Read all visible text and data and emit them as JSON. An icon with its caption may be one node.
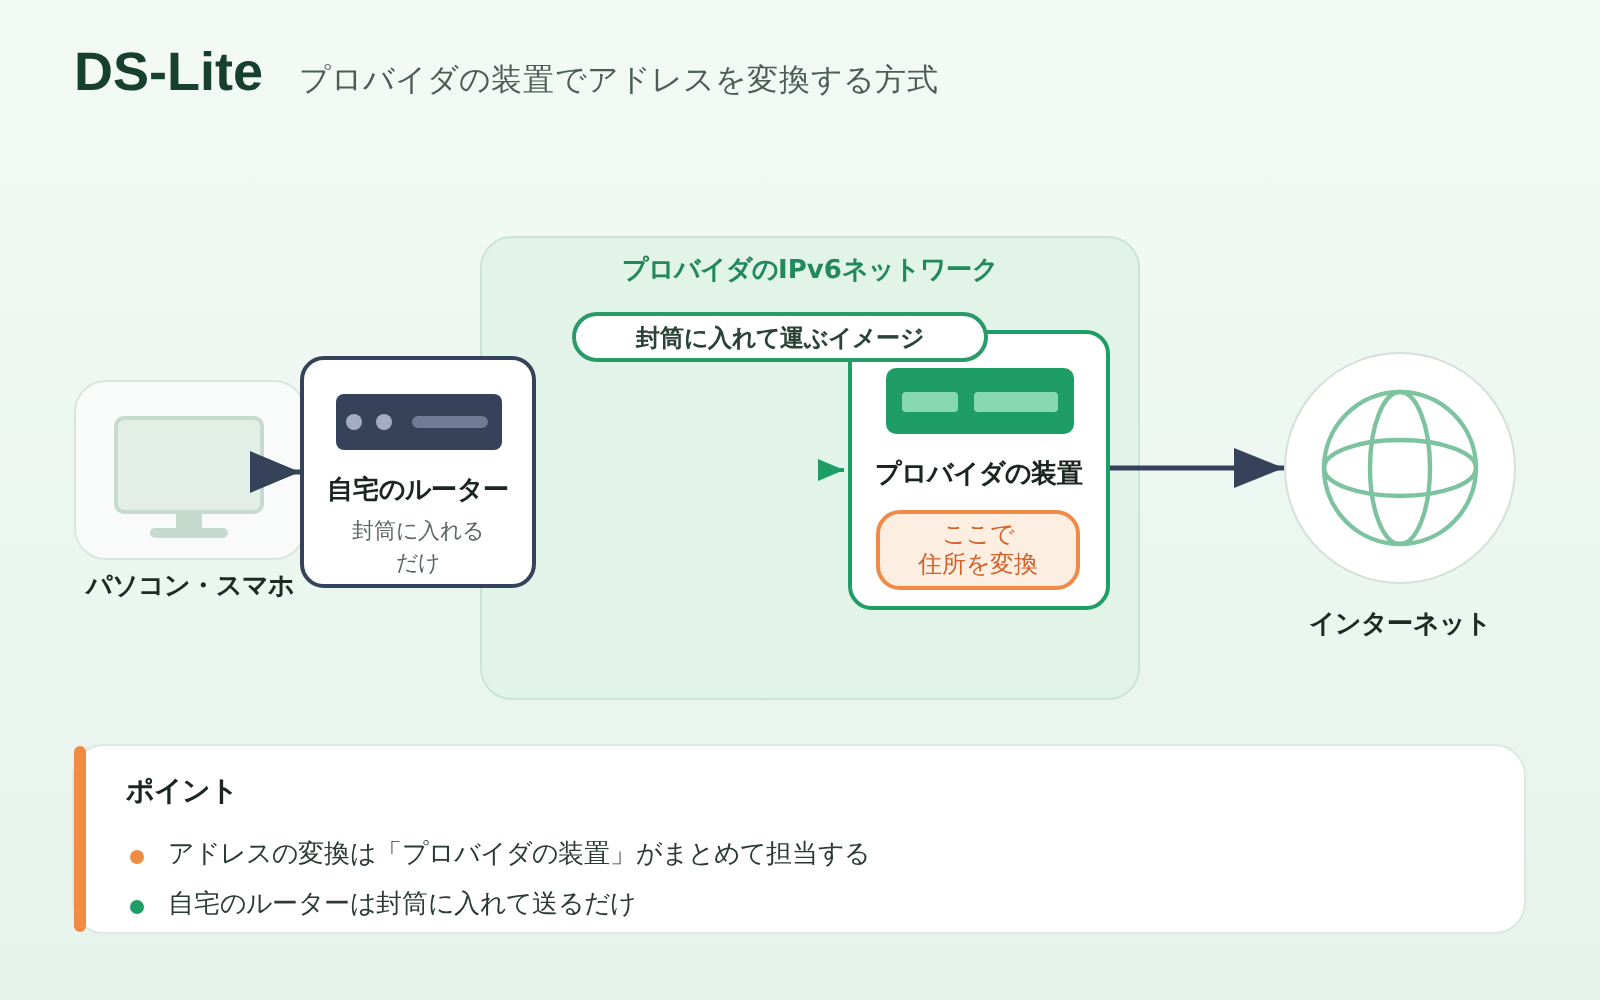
{
  "diagram": {
    "title": "DS-Lite",
    "nodes": [
      {
        "text": [
          "パソコン・スマホ"
        ]
      },
      {
        "text": [
          "自宅のルーター",
          "封筒に入れるだけ"
        ]
      },
      {
        "text": [
          "プロバイダのIPv6ネットワーク"
        ]
      },
      {
        "text": [
          "封筒に入れて運ぶイメージ"
        ],
        "in": 2
      },
      {
        "text": [
          "プロバイダの装置"
        ],
        "in": 2
      },
      {
        "text": [
          "ここで住所を変換"
        ],
        "in": 4
      },
      {
        "text": [
          "インターネット"
        ]
      },
      {
        "text": [
          "ポイント",
          "アドレスの変換は「プロバイダの装置」がまとめて担当する",
          "自宅のルーターは封筒に入れて送るだけ"
        ]
      }
    ],
    "edges": [
      {
        "from": 0,
        "to": 1,
        "arrow": "to"
      },
      {
        "from": null,
        "to": 4,
        "arrow": "to",
        "color": "#1f9d67"
      },
      {
        "from": 4,
        "to": 6,
        "arrow": "to"
      }
    ],
    "labels": [
      "プロバイダの装置でアドレスを変換する方式"
    ]
  }
}
